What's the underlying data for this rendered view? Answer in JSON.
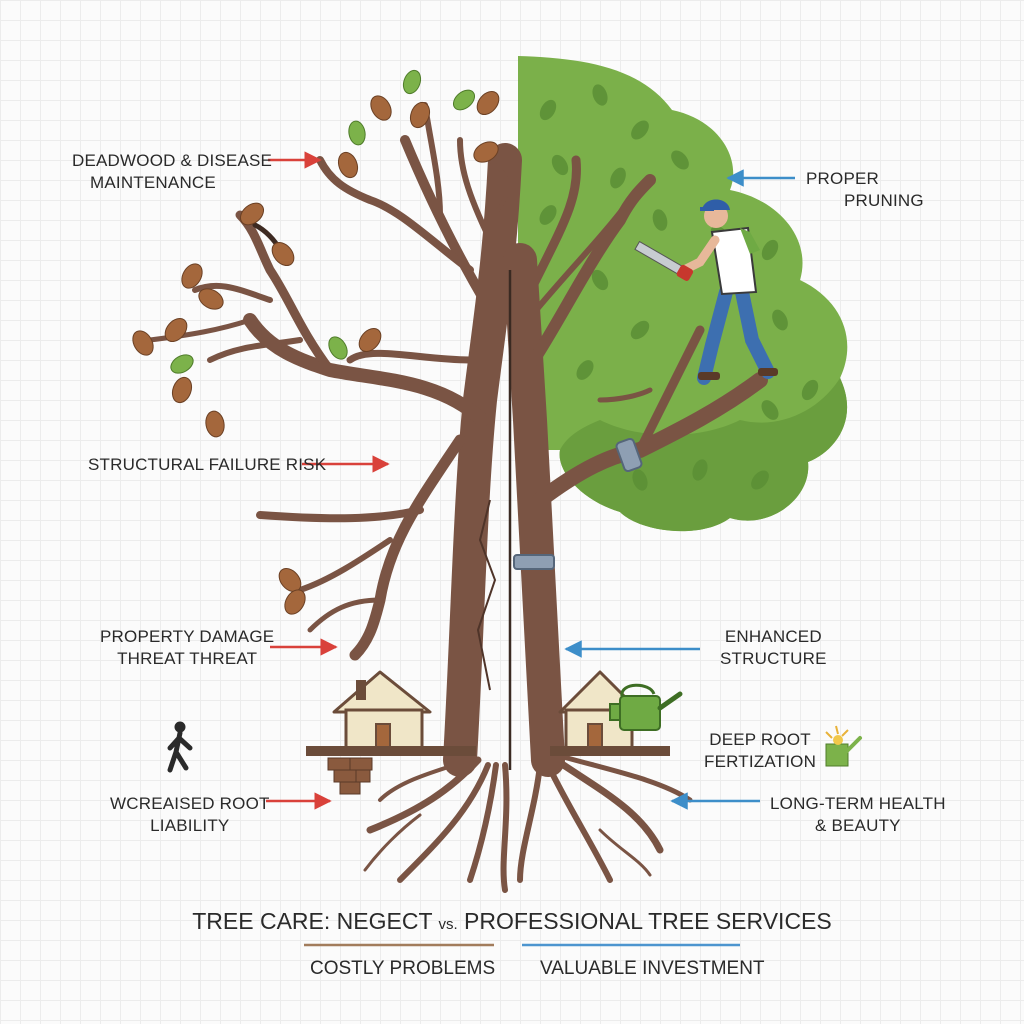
{
  "left_labels": {
    "deadwood": [
      "DEADWOOD & DISEASE",
      "MAINTENANCE"
    ],
    "structural": "STRUCTURAL FAILURE RISK",
    "property": [
      "PROPERTY DAMAGE",
      "THREAT THREAT"
    ],
    "root": [
      "WCREAISED ROOT",
      "LIABILITY"
    ]
  },
  "right_labels": {
    "pruning": [
      "PROPER",
      "PRUNING"
    ],
    "structure": [
      "ENHANCED",
      "STRUCTURE"
    ],
    "fertilization": [
      "DEEP ROOT",
      "FERTIZATION"
    ],
    "health": [
      "LONG-TERM HEALTH",
      "& BEAUTY"
    ]
  },
  "title": {
    "left": "TREE CARE: NEGECT",
    "vs": "vs.",
    "right": "PROFESSIONAL TREE SERVICES"
  },
  "subtitles": {
    "left": "COSTLY PROBLEMS",
    "right": "VALUABLE INVESTMENT"
  },
  "colors": {
    "neglect_arrow": "#d9413a",
    "professional_arrow": "#3d8ec9",
    "trunk": "#7a5444",
    "canopy": "#7bb04a",
    "dead_leaf": "#a4673c",
    "neglect_underline": "#a27c5c",
    "professional_underline": "#4d95cf"
  }
}
